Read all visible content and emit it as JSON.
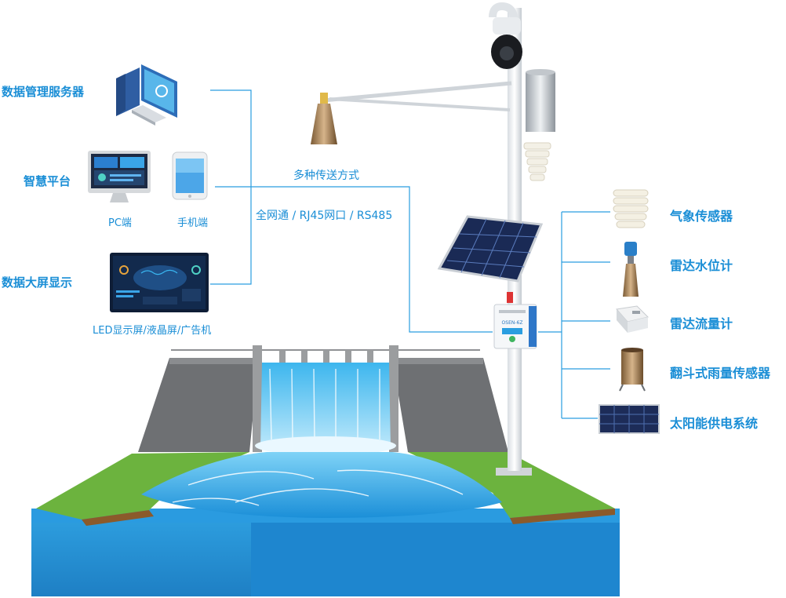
{
  "left_labels": {
    "server": "数据管理服务器",
    "smart_platform": "智慧平台",
    "big_screen": "数据大屏显示"
  },
  "device_captions": {
    "pc": "PC端",
    "phone": "手机端",
    "led": "LED显示屏/液晶屏/广告机"
  },
  "transmission": {
    "title": "多种传送方式",
    "methods": "全网通 / RJ45网口 / RS485"
  },
  "sensors": [
    {
      "label": "气象传感器",
      "icon": "weather-shield-icon"
    },
    {
      "label": "雷达水位计",
      "icon": "radar-level-icon"
    },
    {
      "label": "雷达流量计",
      "icon": "radar-flow-icon"
    },
    {
      "label": "翻斗式雨量传感器",
      "icon": "rain-gauge-icon"
    },
    {
      "label": "太阳能供电系统",
      "icon": "solar-panel-icon"
    }
  ],
  "station_box": {
    "model": "OSEN-6Z"
  },
  "colors": {
    "accent": "#1a8ed6",
    "water": "#2aa7e6",
    "grass": "#6cb33e",
    "dam": "#6d6f72"
  }
}
